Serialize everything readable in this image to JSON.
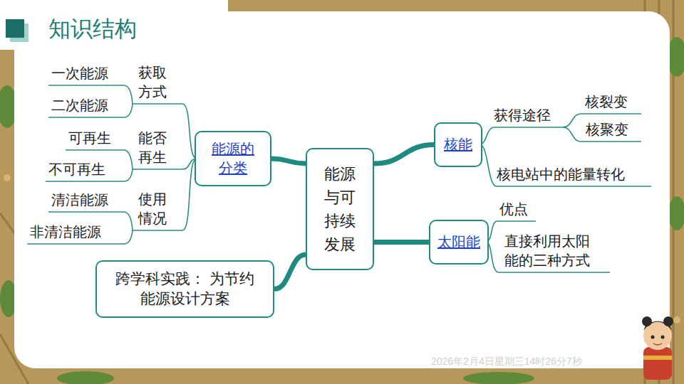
{
  "diagram": {
    "title": "知识结构",
    "nodes": [
      {
        "text": [
          "能源的 分类"
        ]
      },
      {
        "text": [
          "能源 与可 持续 发展"
        ]
      },
      {
        "text": [
          "核能"
        ]
      },
      {
        "text": [
          "太阳能"
        ]
      },
      {
        "text": [
          "跨学科实践： 为节约能源设计方案"
        ]
      }
    ],
    "edges": [
      {
        "from": 1,
        "to": 0,
        "arrow": "none"
      },
      {
        "from": 1,
        "to": 2,
        "arrow": "none"
      },
      {
        "from": 1,
        "to": 3,
        "arrow": "none"
      },
      {
        "from": 1,
        "to": 4,
        "arrow": "none"
      }
    ],
    "labels": [
      "一次能源",
      "获取 方式",
      "二次能源",
      "可再生",
      "能否 再生",
      "不可再生",
      "清洁能源",
      "使用 情况",
      "非清洁能源",
      "获得途径",
      "核裂变",
      "核聚变",
      "核电站中的能量转化",
      "优点",
      "直接利用太阳 能的三种方式",
      "2026年2月4日星期三14时26分7秒"
    ]
  }
}
